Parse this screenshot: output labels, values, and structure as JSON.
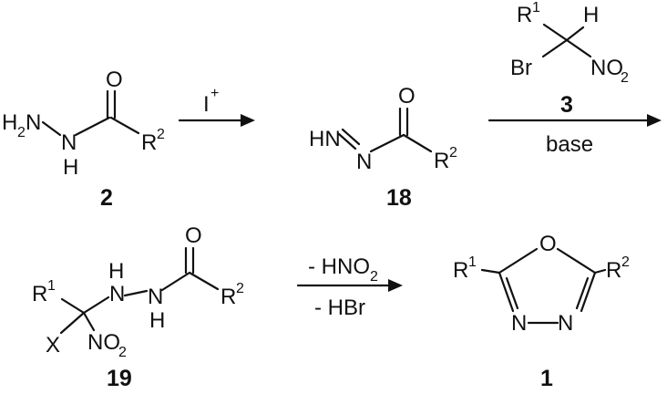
{
  "colors": {
    "ink": "#111111",
    "background": "#ffffff"
  },
  "compounds": {
    "c2": {
      "number": "2",
      "H2N": "H",
      "H2N_sub": "2",
      "N": "N",
      "NH_N": "N",
      "NH_H": "H",
      "O": "O",
      "R": "R",
      "R_sup": "2"
    },
    "c18": {
      "number": "18",
      "HN": "HN",
      "N": "N",
      "O": "O",
      "R": "R",
      "R_sup": "2"
    },
    "c3": {
      "number": "3",
      "R": "R",
      "R_sup": "1",
      "H": "H",
      "Br": "Br",
      "NO2": "NO",
      "NO2_sub": "2"
    },
    "c19": {
      "number": "19",
      "R": "R",
      "R_sup": "1",
      "X": "X",
      "NO2": "NO",
      "NO2_sub": "2",
      "NH1_N": "N",
      "NH1_H": "H",
      "NH2_N": "N",
      "NH2_H": "H",
      "O": "O",
      "R2": "R",
      "R2_sup": "2"
    },
    "c1": {
      "number": "1",
      "R1": "R",
      "R1_sup": "1",
      "O": "O",
      "N_left": "N",
      "N_right": "N",
      "R2": "R",
      "R2_sup": "2"
    }
  },
  "arrows": {
    "step1": {
      "reagent": "I",
      "reagent_sup": "+"
    },
    "step2": {
      "below": "base"
    },
    "step3": {
      "above": "- HNO",
      "above_sub": "2",
      "below": "- HBr"
    }
  }
}
